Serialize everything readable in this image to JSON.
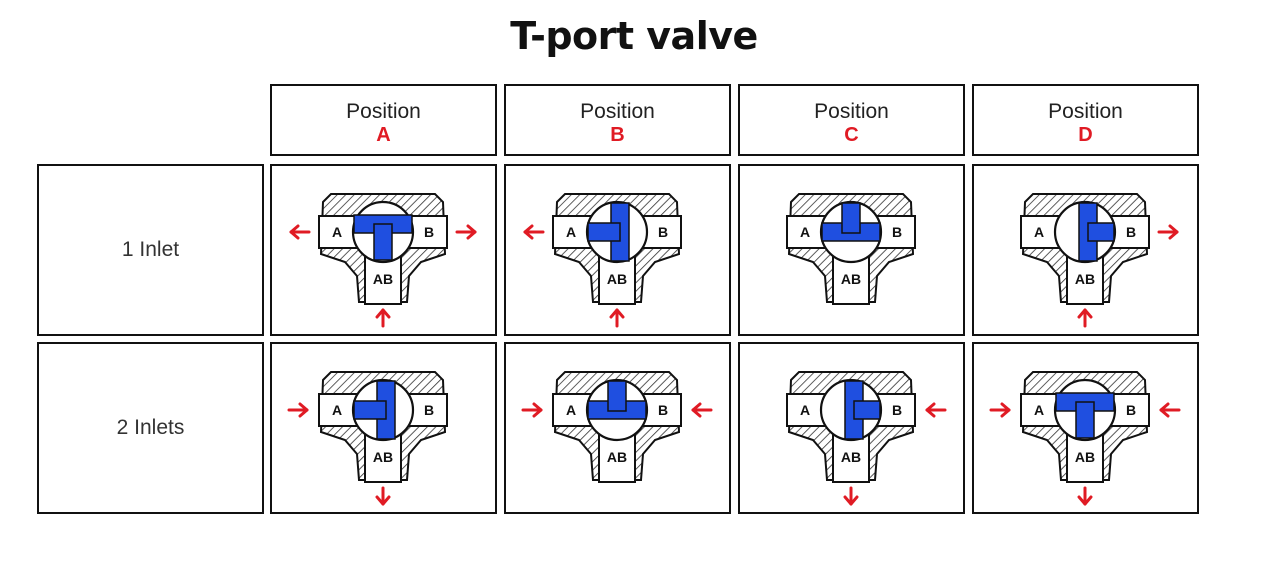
{
  "title": "T-port valve",
  "columns": [
    {
      "word": "Position",
      "letter": "A"
    },
    {
      "word": "Position",
      "letter": "B"
    },
    {
      "word": "Position",
      "letter": "C"
    },
    {
      "word": "Position",
      "letter": "D"
    }
  ],
  "rows": [
    {
      "label": "1 Inlet"
    },
    {
      "label": "2 Inlets"
    }
  ],
  "port_labels": {
    "a": "A",
    "b": "B",
    "ab": "AB"
  },
  "colors": {
    "accent_red": "#e01b24",
    "flow_blue": "#1f4fe0",
    "outline": "#111111"
  }
}
